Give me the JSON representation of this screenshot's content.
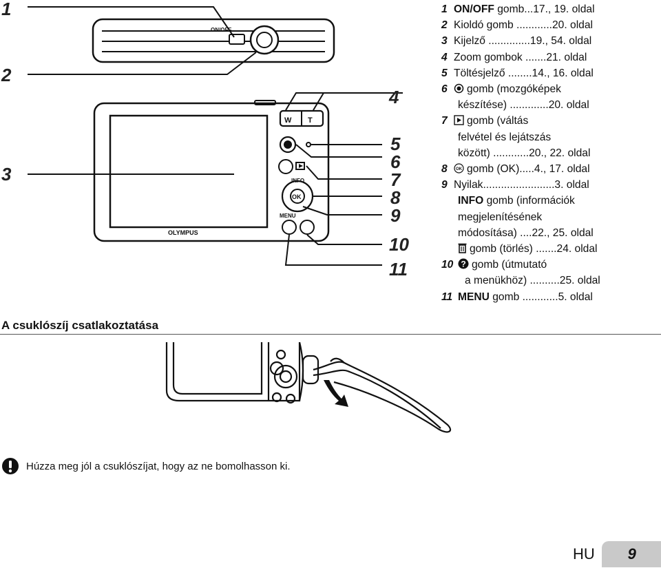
{
  "callouts": [
    "1",
    "2",
    "3",
    "4",
    "5",
    "6",
    "7",
    "8",
    "9",
    "10",
    "11"
  ],
  "camera_labels": {
    "on_off": "ON/OFF",
    "w": "W",
    "t": "T",
    "info": "INFO",
    "ok": "OK",
    "menu": "MENU",
    "brand": "OLYMPUS"
  },
  "parts": [
    {
      "num": "1",
      "bold_label": "ON/OFF",
      "text": " gomb...17., 19. oldal",
      "icon": null
    },
    {
      "num": "2",
      "text": "Kioldó gomb ............20. oldal",
      "icon": null
    },
    {
      "num": "3",
      "text": "Kijelző ..............19., 54. oldal",
      "icon": null
    },
    {
      "num": "4",
      "text": "Zoom gombok .......21. oldal",
      "icon": null
    },
    {
      "num": "5",
      "text": "Töltésjelző ........14., 16. oldal",
      "icon": null
    },
    {
      "num": "6",
      "text": "gomb (mozgóképek",
      "icon": "movie-record-icon",
      "continuation": [
        "készítése) .............20. oldal"
      ]
    },
    {
      "num": "7",
      "text": "gomb (váltás",
      "icon": "playback-icon",
      "continuation": [
        "felvétel és lejátszás",
        "között) ............20., 22. oldal"
      ]
    },
    {
      "num": "8",
      "text": "gomb (OK).....4., 17. oldal",
      "icon": "ok-icon"
    },
    {
      "num": "9",
      "text": "Nyilak........................3. oldal",
      "icon": null,
      "continuation_bold": "INFO",
      "continuation_after": " gomb (információk",
      "continuation": [
        "megjelenítésének",
        "módosítása) ....22., 25. oldal"
      ],
      "delete_line": "gomb (törlés) .......24. oldal"
    },
    {
      "num": "10",
      "text": "gomb (útmutató",
      "icon": "help-icon",
      "continuation": [
        "a menükhöz) ..........25. oldal"
      ]
    },
    {
      "num": "11",
      "bold_label": "MENU",
      "text": " gomb ............5. oldal",
      "icon": null
    }
  ],
  "section_title": "A csuklószíj csatlakoztatása",
  "note": "Húzza meg jól a csuklószíjat, hogy az ne bomolhasson ki.",
  "footer": {
    "lang": "HU",
    "page": "9"
  }
}
